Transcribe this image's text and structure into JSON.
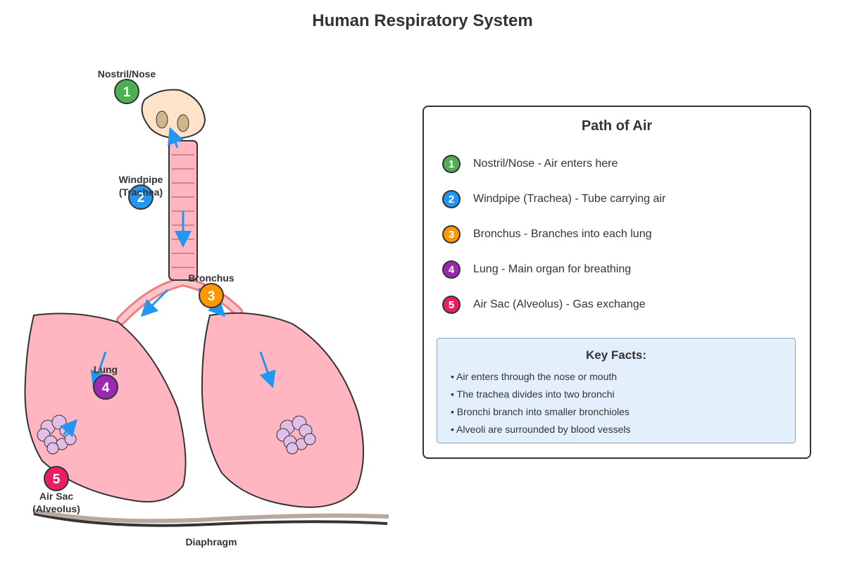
{
  "title": "Human Respiratory System",
  "colors": {
    "green": "#4caf50",
    "blue": "#2196f3",
    "orange": "#ff9800",
    "purple": "#9c27b0",
    "pink": "#e91e63",
    "lung": "#ffb6c1",
    "nose": "#fde3c8",
    "alveoli": "#e2bde6",
    "arrow": "#2196f3",
    "facts_bg": "#e3f0fb"
  },
  "parts": [
    {
      "number": "1",
      "label": "Nostril/Nose",
      "color": "green"
    },
    {
      "number": "2",
      "label_line1": "Windpipe",
      "label_line2": "(Trachea)",
      "color": "blue"
    },
    {
      "number": "3",
      "label": "Bronchus",
      "color": "orange"
    },
    {
      "number": "4",
      "label": "Lung",
      "color": "purple"
    },
    {
      "number": "5",
      "label_line1": "Air Sac",
      "label_line2": "(Alveolus)",
      "color": "pink"
    }
  ],
  "diaphragm_label": "Diaphragm",
  "legend": {
    "title": "Path of Air",
    "items": [
      {
        "number": "1",
        "text": "Nostril/Nose - Air enters here",
        "color": "green"
      },
      {
        "number": "2",
        "text": "Windpipe (Trachea) - Tube carrying air",
        "color": "blue"
      },
      {
        "number": "3",
        "text": "Bronchus - Branches into each lung",
        "color": "orange"
      },
      {
        "number": "4",
        "text": "Lung - Main organ for breathing",
        "color": "purple"
      },
      {
        "number": "5",
        "text": "Air Sac (Alveolus) - Gas exchange",
        "color": "pink"
      }
    ]
  },
  "key_facts": {
    "title": "Key Facts:",
    "items": [
      "• Air enters through the nose or mouth",
      "• The trachea divides into two bronchi",
      "• Bronchi branch into smaller bronchioles",
      "• Alveoli are surrounded by blood vessels"
    ]
  }
}
